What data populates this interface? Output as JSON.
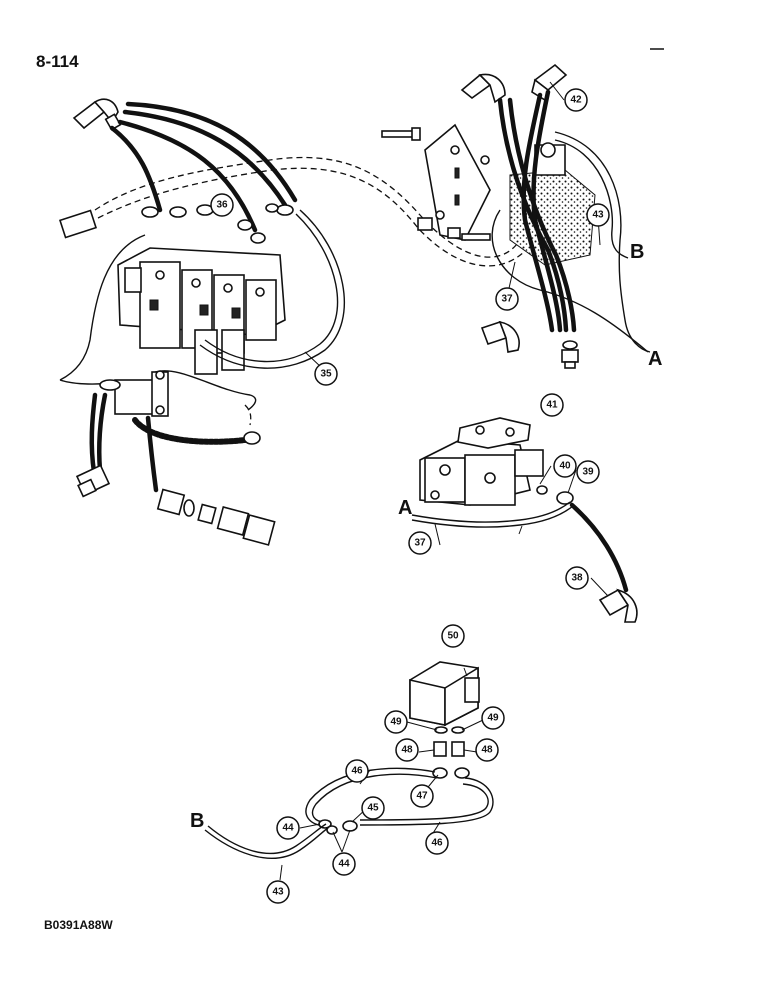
{
  "page": {
    "page_number": "8-114",
    "figure_code": "B0391A88W"
  },
  "connection_letters": {
    "a": "A",
    "b": "B"
  },
  "callouts": {
    "c35": "35",
    "c36": "36",
    "c37_top": "37",
    "c37_mid": "37",
    "c38": "38",
    "c39": "39",
    "c40": "40",
    "c41": "41",
    "c42": "42",
    "c43_top": "43",
    "c43_bottom": "43",
    "c44_left": "44",
    "c44_bottom": "44",
    "c45": "45",
    "c46_left": "46",
    "c46_right": "46",
    "c47": "47",
    "c48_left": "48",
    "c48_right": "48",
    "c49_left": "49",
    "c49_right": "49",
    "c50": "50"
  }
}
